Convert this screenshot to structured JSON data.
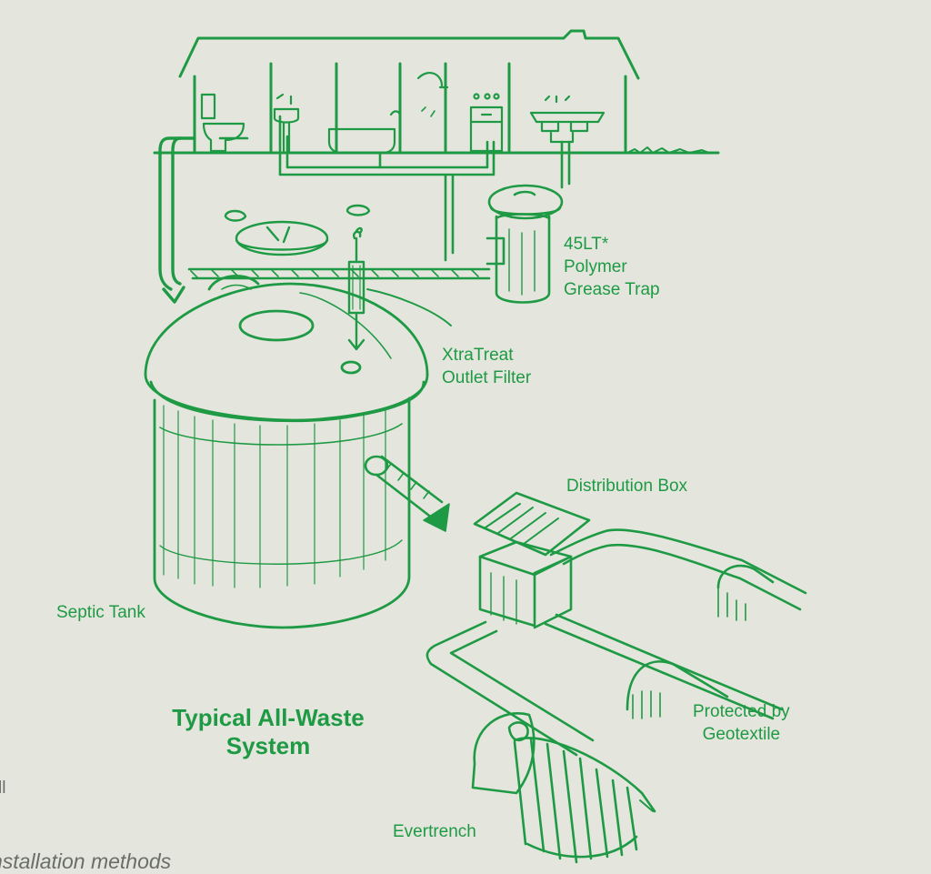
{
  "title_lines": [
    "Typical All-Waste",
    "System"
  ],
  "labels": {
    "grease_trap": [
      "45LT*",
      "Polymer",
      "Grease Trap"
    ],
    "outlet_filter": [
      "XtraTreat",
      "Outlet Filter"
    ],
    "distribution_box": "Distribution Box",
    "septic_tank": "Septic Tank",
    "geotextile": [
      "Protected by",
      "Geotextile"
    ],
    "evertrench": "Evertrench"
  },
  "margin_fragments": {
    "left_edge": "ll",
    "bottom_edge": "nstallation methods"
  },
  "colors": {
    "ink": "#1f9a44",
    "paper": "#e4e6de",
    "margin_text": "#6a6e66"
  }
}
